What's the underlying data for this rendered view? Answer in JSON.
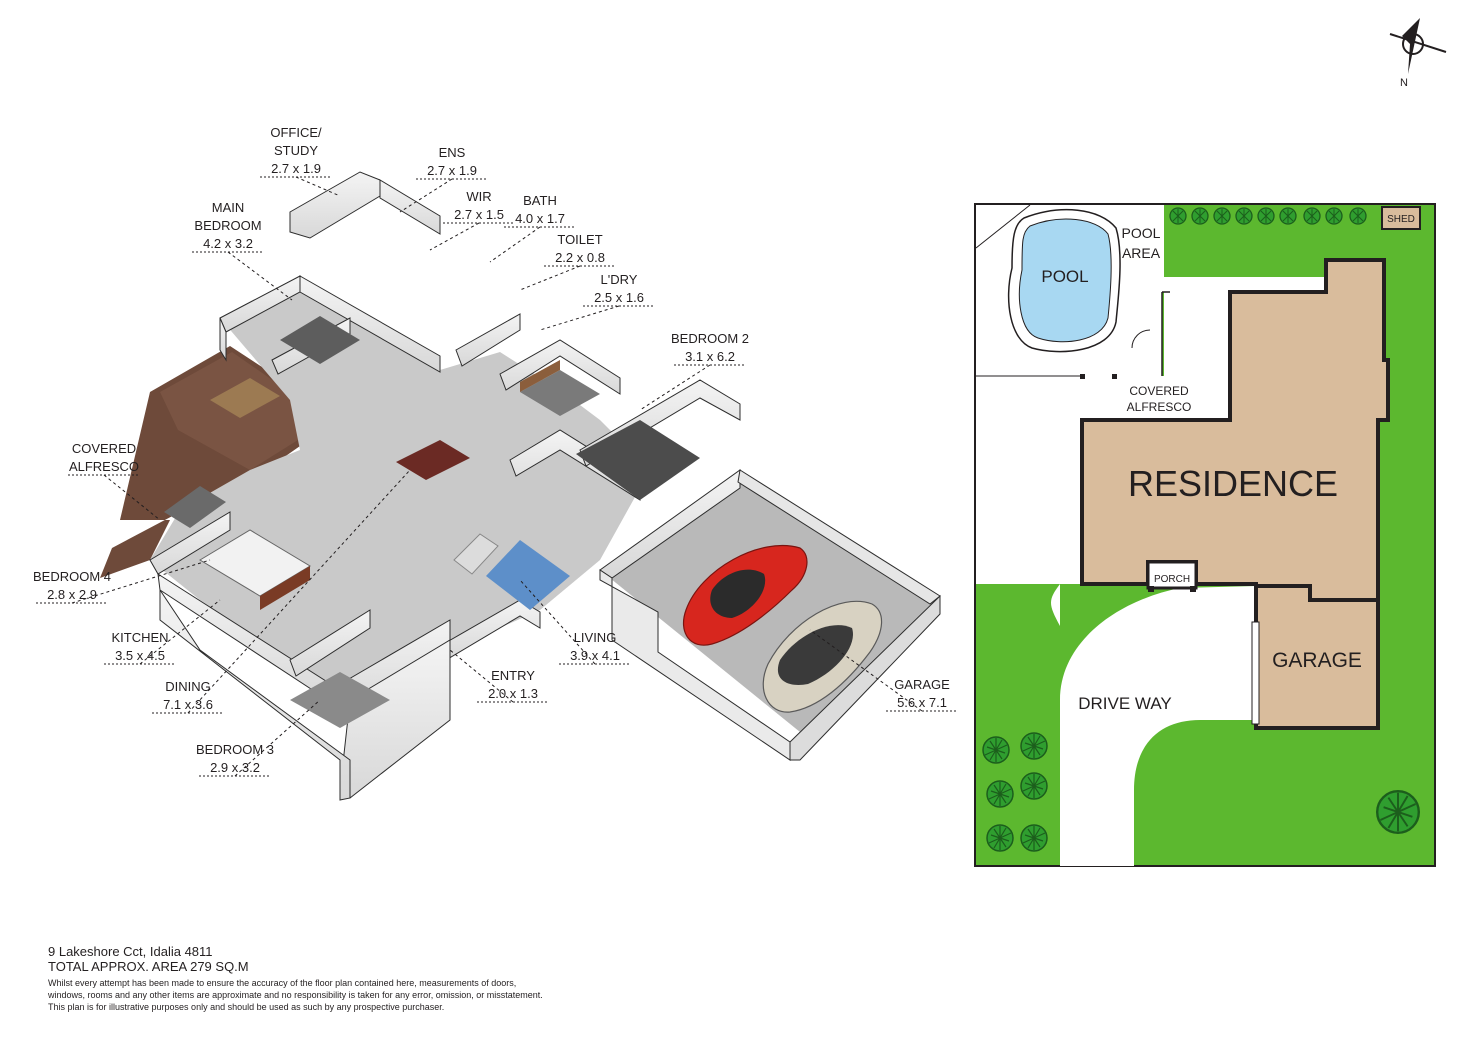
{
  "compass": {
    "label": "N"
  },
  "floor_plan": {
    "rooms": [
      {
        "id": "office",
        "name": "OFFICE/\nSTUDY",
        "size": "2.7 x 1.9"
      },
      {
        "id": "ens",
        "name": "ENS",
        "size": "2.7 x 1.9"
      },
      {
        "id": "wir",
        "name": "WIR",
        "size": "2.7 x 1.5"
      },
      {
        "id": "bath",
        "name": "BATH",
        "size": "4.0 x 1.7"
      },
      {
        "id": "toilet",
        "name": "TOILET",
        "size": "2.2 x 0.8"
      },
      {
        "id": "ldry",
        "name": "L'DRY",
        "size": "2.5 x 1.6"
      },
      {
        "id": "main",
        "name": "MAIN\nBEDROOM",
        "size": "4.2 x 3.2"
      },
      {
        "id": "bed2",
        "name": "BEDROOM 2",
        "size": "3.1 x 6.2"
      },
      {
        "id": "alfresco",
        "name": "COVERED\nALFRESCO",
        "size": ""
      },
      {
        "id": "bed4",
        "name": "BEDROOM 4",
        "size": "2.8 x 2.9"
      },
      {
        "id": "kitchen",
        "name": "KITCHEN",
        "size": "3.5 x 4.5"
      },
      {
        "id": "dining",
        "name": "DINING",
        "size": "7.1 x 3.6"
      },
      {
        "id": "bed3",
        "name": "BEDROOM 3",
        "size": "2.9 x 3.2"
      },
      {
        "id": "living",
        "name": "LIVING",
        "size": "3.9 x 4.1"
      },
      {
        "id": "entry",
        "name": "ENTRY",
        "size": "2.0 x 1.3"
      },
      {
        "id": "garage",
        "name": "GARAGE",
        "size": "5.6 x 7.1"
      }
    ]
  },
  "site_plan": {
    "shed": "SHED",
    "pool": "POOL",
    "pool_area": "POOL\nAREA",
    "covered_alfresco": "COVERED\nALFRESCO",
    "residence": "RESIDENCE",
    "porch": "PORCH",
    "garage": "GARAGE",
    "driveway": "DRIVE WAY"
  },
  "footer": {
    "address": "9 Lakeshore Cct, Idalia 4811",
    "total_area": "TOTAL APPROX. AREA 279 SQ.M",
    "disclaimer_1": "Whilst every attempt has been made to ensure the accuracy of the floor plan contained here, measurements of doors,",
    "disclaimer_2": "windows, rooms and any other items are approximate and no responsibility is taken for any error, omission, or misstatement.",
    "disclaimer_3": "This plan is for illustrative purposes only and should be used as such by any prospective purchaser."
  },
  "colors": {
    "lawn": "#5cb82f",
    "residence": "#d9bc9c",
    "pool_water": "#a8d8f2",
    "wall": "#231f20",
    "floor": "#c9c9c9",
    "deck": "#6e4a3a"
  }
}
